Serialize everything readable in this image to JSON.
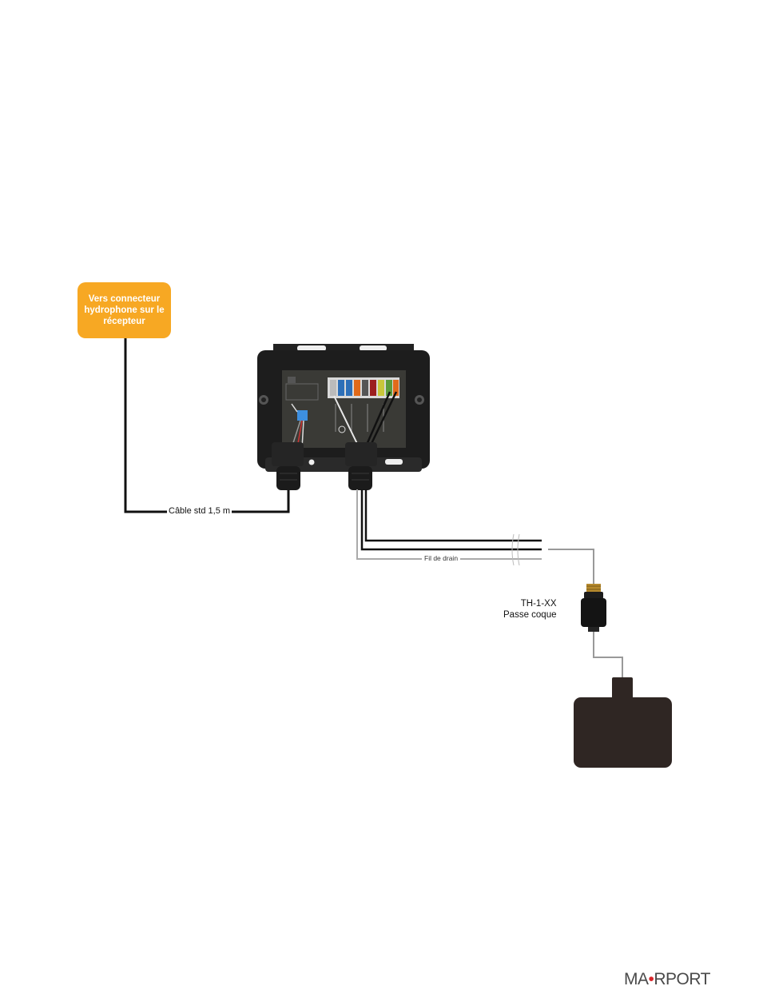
{
  "labels": {
    "receiver_connector": "Vers connecteur hydrophone sur le récepteur",
    "standard_cable": "Câble std 1,5 m",
    "drain_wire": "Fil de drain",
    "through_hull_model": "TH-1-XX",
    "through_hull_name": "Passe coque"
  },
  "logo": {
    "part1": "MA",
    "dot": "•",
    "part2": "RPORT"
  },
  "colors": {
    "accent": "#f7a823",
    "enclosure": "#1d1d1d",
    "hydrophone": "#2f2623",
    "logo_dot": "#d8262b"
  }
}
